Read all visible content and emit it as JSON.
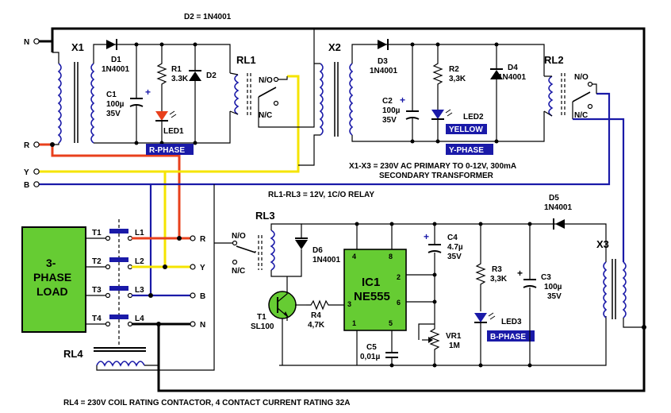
{
  "notes": {
    "d2": "D2 = 1N4001",
    "transformer_1": "X1-X3 = 230V AC PRIMARY TO 0-12V, 300mA",
    "transformer_2": "SECONDARY TRANSFORMER",
    "relay": "RL1-RL3 = 12V, 1C/O RELAY",
    "contactor": "RL4 = 230V COIL RATING CONTACTOR, 4 CONTACT CURRENT RATING 32A"
  },
  "lines": {
    "n": "N",
    "r": "R",
    "y": "Y",
    "b": "B"
  },
  "load": {
    "line1": "3-",
    "line2": "PHASE",
    "line3": "LOAD",
    "color": "#66cc33"
  },
  "contactor": {
    "label": "RL4",
    "terminals_t": [
      "T1",
      "T2",
      "T3",
      "T4"
    ],
    "terminals_l": [
      "L1",
      "L2",
      "L3",
      "L4"
    ],
    "outputs": [
      "R",
      "Y",
      "B",
      "N"
    ]
  },
  "x1": {
    "label": "X1",
    "d1": "D1",
    "d1_val": "1N4001",
    "c1": "C1",
    "c1_val1": "100µ",
    "c1_val2": "35V",
    "r1": "R1",
    "r1_val": "3.3K",
    "d2": "D2",
    "led1": "LED1",
    "rl1": "RL1",
    "no": "N/O",
    "nc": "N/C",
    "phase": "R-PHASE"
  },
  "x2": {
    "label": "X2",
    "d3": "D3",
    "d3_val": "1N4001",
    "c2": "C2",
    "c2_val1": "100µ",
    "c2_val2": "35V",
    "r2": "R2",
    "r2_val": "3,3K",
    "d4": "D4",
    "d4_val": "1N4001",
    "led2": "LED2",
    "led2_color": "YELLOW",
    "rl2": "RL2",
    "no": "N/O",
    "nc": "N/C",
    "phase": "Y-PHASE"
  },
  "x3": {
    "label": "X3",
    "d5": "D5",
    "d5_val": "1N4001",
    "c3": "C3",
    "c3_val1": "100µ",
    "c3_val2": "35V",
    "c4": "C4",
    "c4_val1": "4.7µ",
    "c4_val2": "35V",
    "r3": "R3",
    "r3_val": "3,3K",
    "led3": "LED3",
    "phase": "B-PHASE",
    "vr1": "VR1",
    "vr1_val": "1M",
    "c5": "C5",
    "c5_val": "0,01µ"
  },
  "control": {
    "rl3": "RL3",
    "no": "N/O",
    "nc": "N/C",
    "d6": "D6",
    "d6_val": "1N4001",
    "ic_name": "IC1",
    "ic_part": "NE555",
    "pins": [
      "4",
      "8",
      "2",
      "6",
      "3",
      "1",
      "5"
    ],
    "t1": "T1",
    "t1_val": "SL100",
    "r4": "R4",
    "r4_val": "4,7K"
  },
  "colors": {
    "blue_wire": "#1a1aa8",
    "red_wire": "#e8401c",
    "yellow_wire": "#f5e400",
    "ic_fill": "#66cc33",
    "label_box": "#1a1aa8"
  }
}
